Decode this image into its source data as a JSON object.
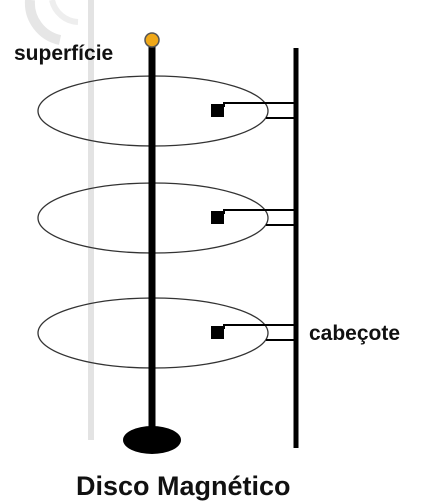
{
  "diagram": {
    "title": "Disco Magnético",
    "labels": {
      "surface": "superfície",
      "head": "cabeçote"
    },
    "platter_count": 3,
    "colors": {
      "stroke": "#000000",
      "platter_outline": "#333333",
      "spindle_cap": "#f0a818",
      "background_arc": "#e6e6e6",
      "text": "#111111"
    }
  }
}
